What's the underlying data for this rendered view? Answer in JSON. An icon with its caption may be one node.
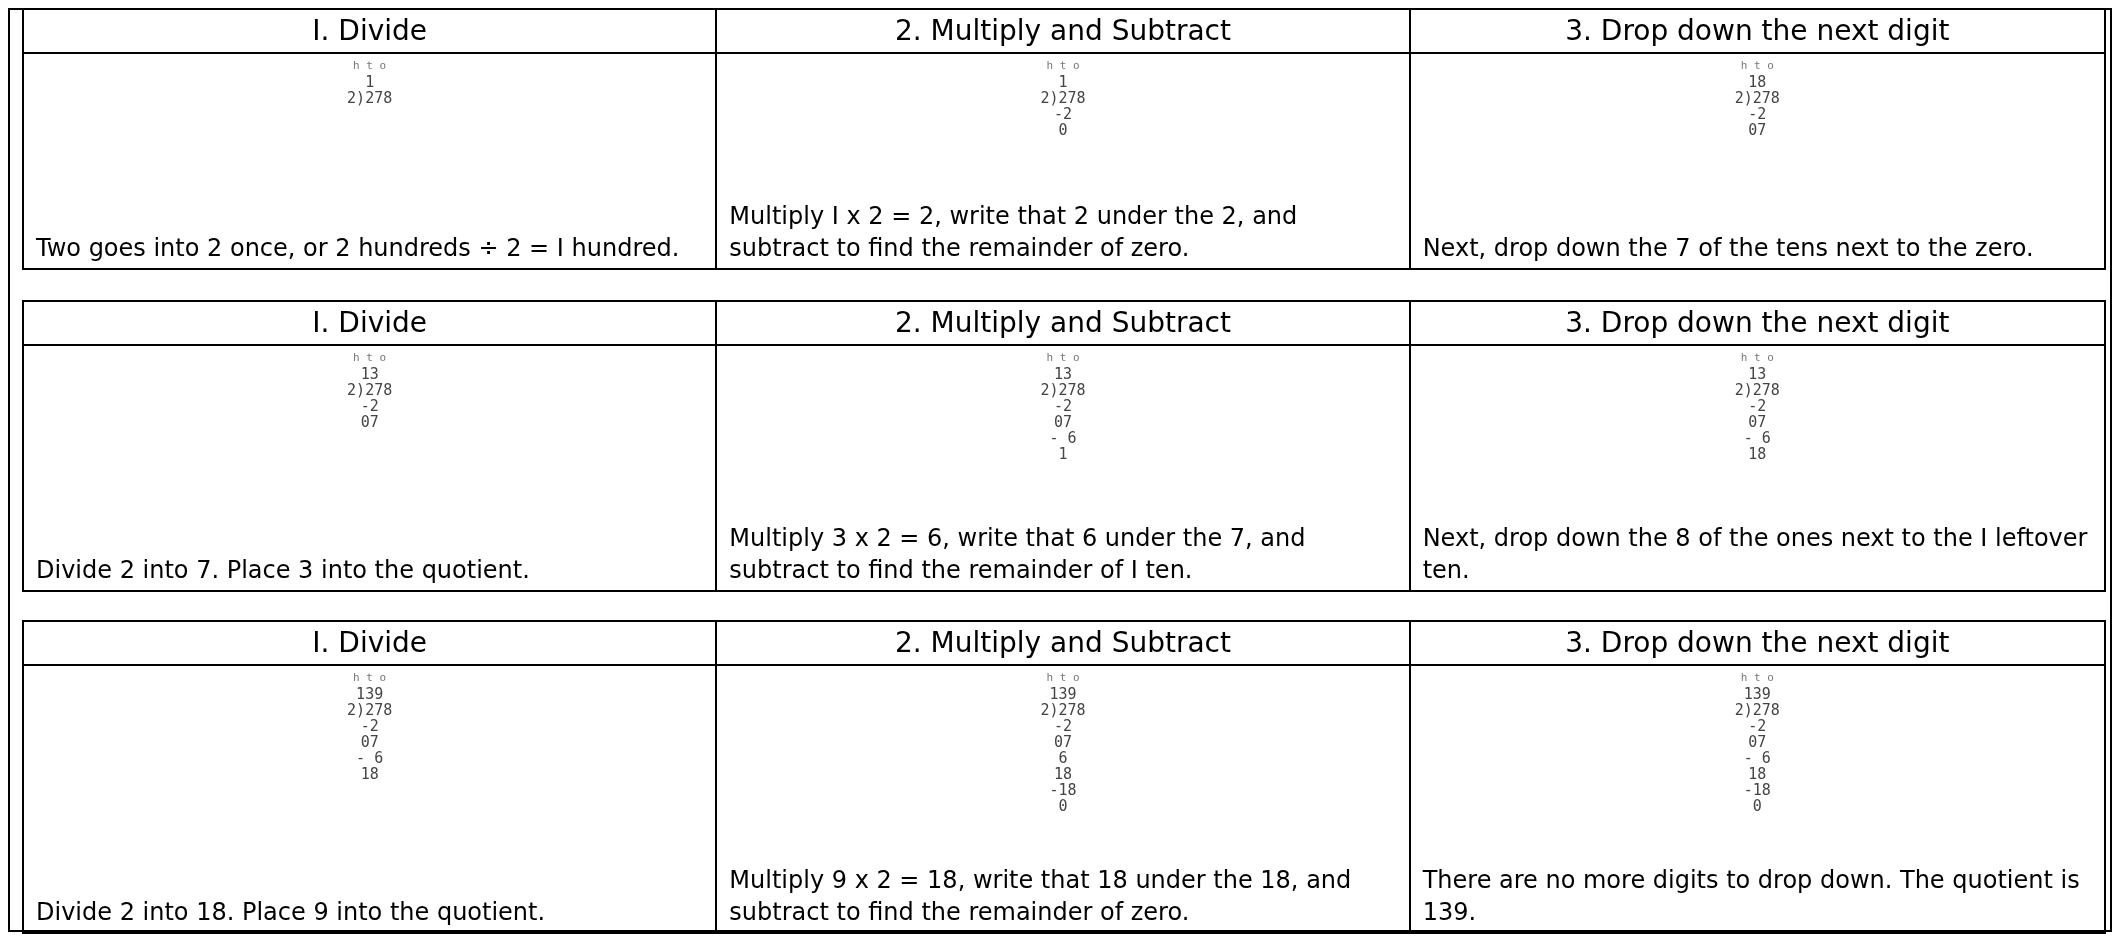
{
  "diagram": {
    "labels": [
      "I. Divide",
      "2. Multiply and Subtract",
      "3. Drop down the next digit",
      "h t o",
      "1",
      "2)278",
      "Two goes into 2 once, or 2 hundreds ÷ 2 = I hundred.",
      "h t o",
      "1",
      "2)278",
      "-2",
      "0",
      "Multiply I x 2 = 2, write that 2 under the 2, and subtract to find the remainder of zero.",
      "h t o",
      "18",
      "2)278",
      "-2",
      "07",
      "Next, drop down the 7 of the tens next to the zero.",
      "I. Divide",
      "2. Multiply and Subtract",
      "3. Drop down the next digit",
      "h t o",
      "13",
      "2)278",
      "-2",
      "07",
      "Divide 2 into 7. Place 3 into the quotient.",
      "h t o",
      "13",
      "2)278",
      "-2",
      "07",
      "- 6",
      "1",
      "Multiply 3 x 2 = 6, write that 6 under the 7, and subtract to find the remainder of I ten.",
      "h t o",
      "13",
      "2)278",
      "-2",
      "07",
      "- 6",
      "18",
      "Next, drop down the 8 of the ones next to the I leftover ten.",
      "I. Divide",
      "2. Multiply and Subtract",
      "3. Drop down the next digit",
      "h t o",
      "139",
      "2)278",
      "-2",
      "07",
      "- 6",
      "18",
      "Divide 2 into 18. Place 9 into the quotient.",
      "h t o",
      "139",
      "2)278",
      "-2",
      "07",
      "6",
      "18",
      "-18",
      "0",
      "Multiply 9 x 2 = 18, write that 18 under the 18, and subtract to find the remainder of zero.",
      "h t o",
      "139",
      "2)278",
      "-2",
      "07",
      "- 6",
      "18",
      "-18",
      "0",
      "There are no more digits to drop down. The quotient is 139."
    ]
  }
}
